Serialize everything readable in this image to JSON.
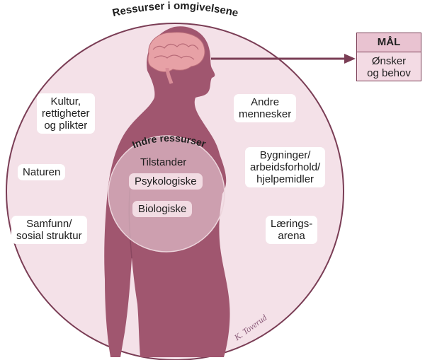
{
  "title": "Ressurser i omgivelsene",
  "inner_title": "Indre ressurser",
  "outer_resources": [
    "Kultur,\nrettigheter\nog plikter",
    "Naturen",
    "Samfunn/\nsosial struktur",
    "Andre\nmennesker",
    "Bygninger/\narbeidsforhold/\nhjelpemidler",
    "Lærings-\narena"
  ],
  "inner_resources": {
    "states": "Tilstander",
    "psychological": "Psykologiske",
    "biological": "Biologiske"
  },
  "goal": {
    "title": "MÅL",
    "subtitle": "Ønsker\nog behov"
  },
  "signature": "K. Toverud",
  "colors": {
    "outer_circle": "#f4e1e8",
    "circle_border": "#7a3d55",
    "figure": "#a0566f",
    "brain": "#e7a1a6",
    "inner_circle": "#f2dce3",
    "goal_box": "#f3dbe4",
    "goal_header": "#e9c3d1",
    "arrow": "#7a3d55"
  }
}
